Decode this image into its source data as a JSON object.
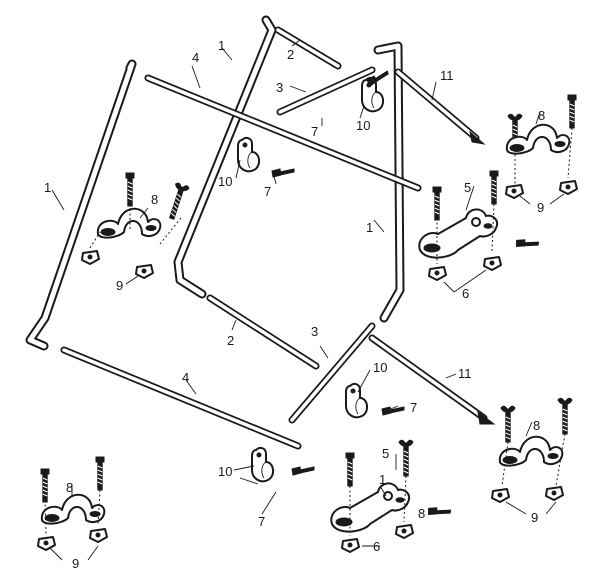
{
  "diagram": {
    "callouts": {
      "c1a": "1",
      "c1b": "1",
      "c1c": "1",
      "c1d": "1",
      "c2a": "2",
      "c2b": "2",
      "c3a": "3",
      "c3b": "3",
      "c4a": "4",
      "c4b": "4",
      "c5a": "5",
      "c5b": "5",
      "c6a": "6",
      "c6b": "6",
      "c7a": "7",
      "c7b": "7",
      "c7c": "7",
      "c7d": "7",
      "c8a": "8",
      "c8b": "8",
      "c8c": "8",
      "c8d": "8",
      "c8e": "8",
      "c9a": "9",
      "c9b": "9",
      "c9c": "9",
      "c9d": "9",
      "c10a": "10",
      "c10b": "10",
      "c10c": "10",
      "c10d": "10",
      "c11a": "11",
      "c11b": "11"
    }
  }
}
